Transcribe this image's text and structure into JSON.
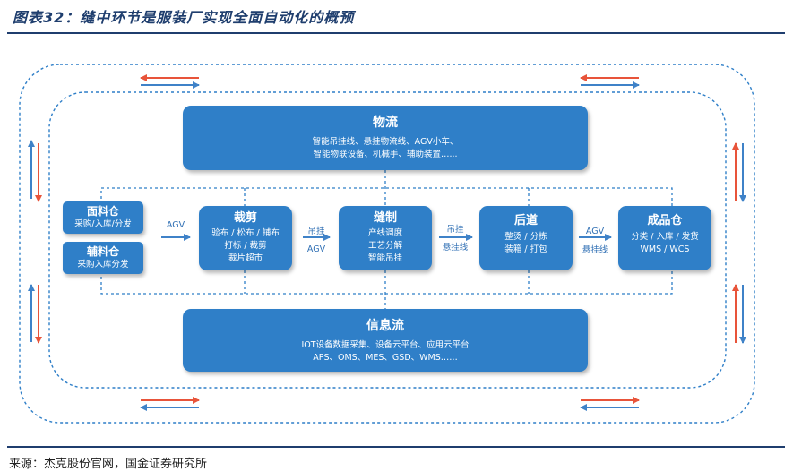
{
  "title": "图表32：缝中环节是服装厂实现全面自动化的概预",
  "source": "来源：杰克股份官网，国金证券研究所",
  "colors": {
    "box": "#2f7fc8",
    "dash": "#2f7fc8",
    "arrow_red": "#e8543a",
    "arrow_blue": "#3f82c8",
    "rule": "#1f3e6e"
  },
  "logistics": {
    "title": "物流",
    "line1": "智能吊挂线、悬挂物流线、AGV小车、",
    "line2": "智能物联设备、机械手、辅助装置…..."
  },
  "info": {
    "title": "信息流",
    "line1": "IOT设备数据采集、设备云平台、应用云平台",
    "line2": "APS、OMS、MES、GSD、WMS……"
  },
  "fabric": {
    "title": "面料仓",
    "sub": "采购/入库/分发"
  },
  "accessory": {
    "title": "辅料仓",
    "sub": "采购入库分发"
  },
  "cutting": {
    "title": "裁剪",
    "line1": "验布 / 松布 / 铺布",
    "line2": "打标 / 裁剪",
    "line3": "裁片超市"
  },
  "sewing": {
    "title": "缝制",
    "line1": "产线调度",
    "line2": "工艺分解",
    "line3": "智能吊挂"
  },
  "finishing": {
    "title": "后道",
    "line1": "整烫 / 分拣",
    "line2": "装箱 / 打包"
  },
  "finished": {
    "title": "成品仓",
    "line1": "分类 / 入库 / 发货",
    "line2": "WMS / WCS"
  },
  "connectors": {
    "c1": {
      "top": "",
      "bottom": "AGV"
    },
    "c2": {
      "top": "吊挂",
      "bottom": "AGV"
    },
    "c3": {
      "top": "吊挂",
      "bottom": "悬挂线"
    },
    "c4": {
      "top": "AGV",
      "bottom": "悬挂线"
    }
  }
}
